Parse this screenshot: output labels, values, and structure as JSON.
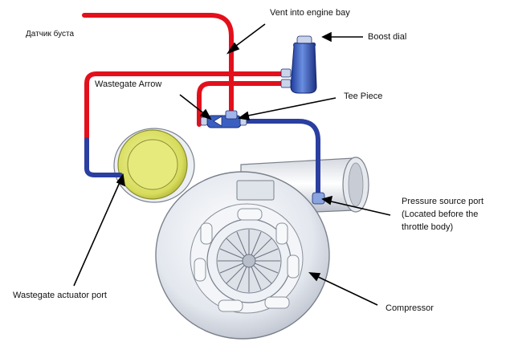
{
  "labels": {
    "vent": "Vent into engine bay",
    "boost_sensor_ru": "Датчик буста",
    "boost_dial": "Boost dial",
    "wastegate_arrow": "Wastegate Arrow",
    "tee_piece": "Tee Piece",
    "pressure_port_line1": "Pressure source port",
    "pressure_port_line2": "(Located before the",
    "pressure_port_line3": "throttle body)",
    "actuator_port": "Wastegate actuator port",
    "compressor": "Compressor"
  },
  "colors": {
    "red_hose": "#e3101c",
    "blue_hose": "#2a3fa0",
    "actuator_yellow": "#e8ec7a",
    "turbo_body": "#eceff4",
    "turbo_outline": "#7a808c",
    "fitting_blue": "#3a5fc0"
  }
}
